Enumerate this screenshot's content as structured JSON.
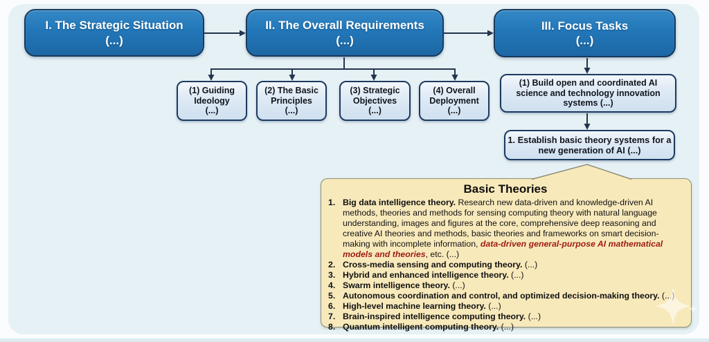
{
  "diagram": {
    "top_boxes": [
      {
        "label": "I. The Strategic Situation",
        "more": "(...)"
      },
      {
        "label": "II. The Overall Requirements",
        "more": "(...)"
      },
      {
        "label": "III. Focus Tasks",
        "more": "(...)"
      }
    ],
    "requirement_boxes": [
      {
        "label": "(1) Guiding Ideology",
        "more": "(...)"
      },
      {
        "label": "(2) The Basic Principles",
        "more": "(...)"
      },
      {
        "label": "(3) Strategic Objectives",
        "more": "(...)"
      },
      {
        "label": "(4) Overall Deployment",
        "more": "(...)"
      }
    ],
    "focus_boxes": [
      {
        "label": "(1) Build open and coordinated AI science and technology innovation systems (...)"
      },
      {
        "label": "1. Establish basic theory systems for a new generation of AI (...)"
      }
    ],
    "basic_theories": {
      "title": "Basic Theories",
      "items": [
        {
          "num": "1.",
          "name": "Big data intelligence theory.",
          "text_before": " Research new data-driven and knowledge-driven AI methods, theories and methods for sensing computing theory with natural language understanding, images and figures at the core, comprehensive deep reasoning and creative AI theories and methods, basic theories and frameworks on smart decision-making with incomplete information, ",
          "highlight": "data-driven general-purpose AI mathematical models and theories",
          "text_after": ", etc. (...)"
        },
        {
          "num": "2.",
          "name": "Cross-media sensing and computing theory.",
          "text_after": " (...)"
        },
        {
          "num": "3.",
          "name": "Hybrid and enhanced intelligence theory.",
          "text_after": " (...)"
        },
        {
          "num": "4.",
          "name": "Swarm intelligence theory.",
          "text_after": " (...)"
        },
        {
          "num": "5.",
          "name": "Autonomous coordination and control, and optimized decision-making theory.",
          "text_after": " (...)"
        },
        {
          "num": "6.",
          "name": "High-level machine learning theory.",
          "text_after": " (...)"
        },
        {
          "num": "7.",
          "name": "Brain-inspired intelligence computing theory.",
          "text_after": " (...)"
        },
        {
          "num": "8.",
          "name": "Quantum intelligent computing theory.",
          "text_after": " (...)"
        }
      ]
    },
    "icons": {
      "watermark": "sparkle"
    },
    "colors": {
      "panel_bg": "#e6f1f5",
      "primary_box_fill": "#2277b8",
      "primary_box_border": "#16395c",
      "secondary_box_fill": "#dfeaf5",
      "secondary_box_border": "#1c3a5f",
      "note_bg": "#f8e9bb",
      "note_border": "#8d8d75",
      "highlight_text": "#9e1a15",
      "connector": "#22344e"
    }
  }
}
